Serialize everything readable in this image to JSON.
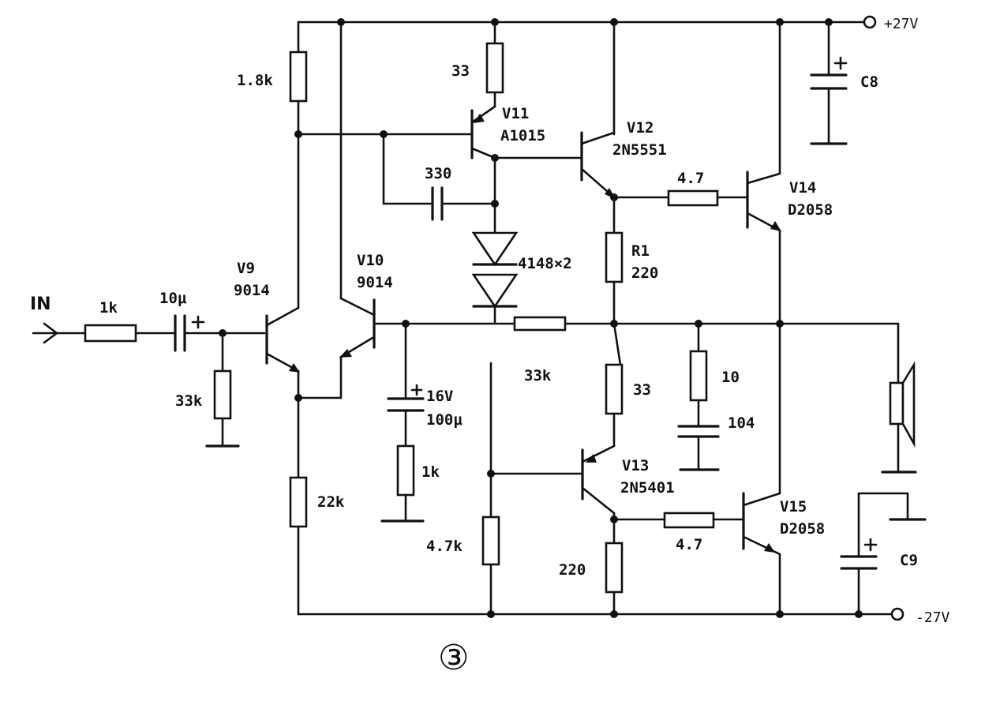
{
  "labels": {
    "in": "IN",
    "pos_supply": "+27V",
    "neg_supply": "-27V",
    "figure_number": "③"
  },
  "components": {
    "r_in": "1k",
    "c_in": "10μ",
    "r_33k": "33k",
    "r_1_8k": "1.8k",
    "r_22k": "22k",
    "v9_name": "V9",
    "v9_type": "9014",
    "v10_name": "V10",
    "v10_type": "9014",
    "r_33_top": "33",
    "v11_name": "V11",
    "v11_type": "A1015",
    "c_330": "330",
    "diodes": "4148×2",
    "v12_name": "V12",
    "v12_type": "2N5551",
    "r1_name": "R1",
    "r1_value": "220",
    "r_4_7_top": "4.7",
    "v14_name": "V14",
    "v14_type": "D2058",
    "c8": "C8",
    "c_16v": "16V",
    "c_100u": "100μ",
    "r_1k_gnd": "1k",
    "r_33k_fb": "33k",
    "r_33_mid": "33",
    "r_10": "10",
    "c_104": "104",
    "v13_name": "V13",
    "v13_type": "2N5401",
    "r_4_7k": "4.7k",
    "r_220_bot": "220",
    "r_4_7_bot": "4.7",
    "v15_name": "V15",
    "v15_type": "D2058",
    "c9": "C9"
  }
}
